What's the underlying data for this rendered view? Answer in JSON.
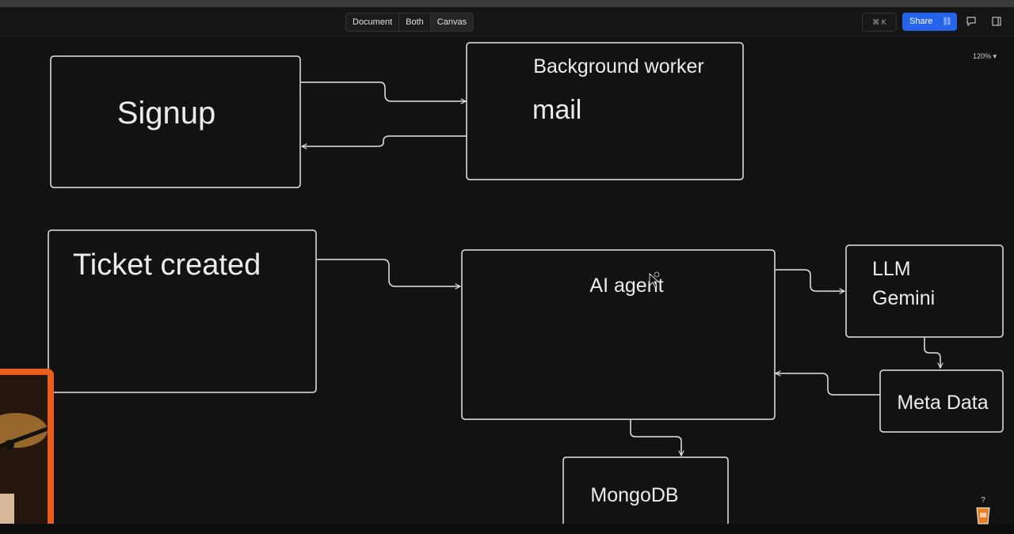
{
  "toolbar": {
    "view_modes": [
      "Document",
      "Both",
      "Canvas"
    ],
    "active_view": "Canvas",
    "shortcut": "⌘ K",
    "share_label": "Share"
  },
  "zoom_label": "120% ▾",
  "diagram": {
    "nodes": {
      "signup": "Signup",
      "background_worker": "Background worker",
      "mail": "mail",
      "ticket_created": "Ticket created",
      "ai_agent": "AI agent",
      "llm": "LLM",
      "gemini": "Gemini",
      "meta_data": "Meta Data",
      "mongodb": "MongoDB"
    }
  },
  "colors": {
    "accent": "#2563eb",
    "canvas_bg": "#121212",
    "stroke": "#e6e6e6",
    "webcam_border": "#e85d1c"
  }
}
